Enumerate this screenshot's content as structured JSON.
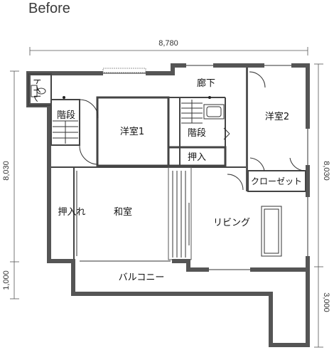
{
  "title": "Before",
  "dimensions": {
    "top_width": "8,780",
    "left_height": "8,030",
    "right_height": "8,030",
    "balcony_left": "1,000",
    "balcony_right": "3,000"
  },
  "rooms": {
    "toilet": "トイレ",
    "stairs_left": "階段",
    "youshitsu1": "洋室1",
    "corridor": "廊下",
    "stairs_mid": "階段",
    "oshiire_small": "押入",
    "youshitsu2": "洋室2",
    "closet": "クローゼット",
    "oshiire": "押入れ",
    "washitsu": "和室",
    "living": "リビング",
    "balcony": "バルコニー"
  },
  "colors": {
    "wall": "#555555",
    "line": "#333333",
    "background": "#ffffff"
  }
}
